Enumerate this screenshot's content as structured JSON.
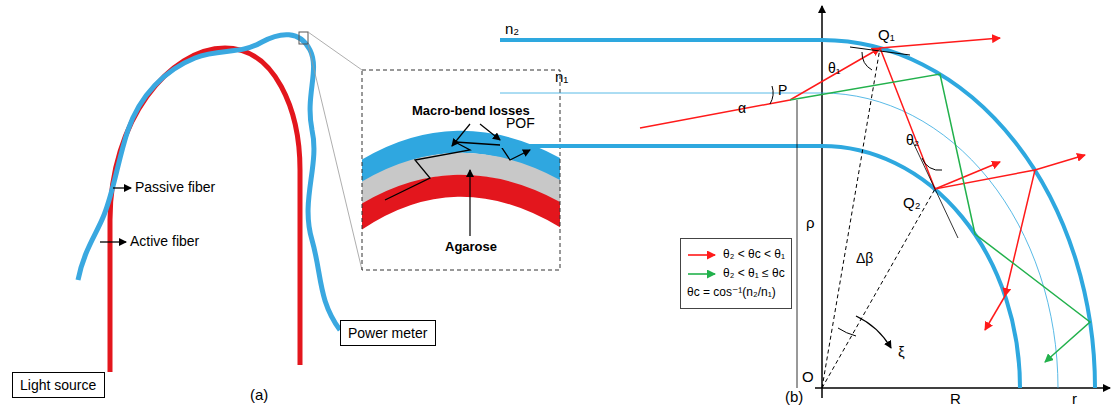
{
  "diagram": {
    "nodes": [
      {
        "text": [
          "Light source"
        ]
      },
      {
        "text": [
          "Power meter"
        ]
      }
    ],
    "labels": [
      "Passive fiber",
      "Active fiber",
      "Macro-bend losses",
      "Agarose",
      "(a)",
      "n₂",
      "n₁",
      "P",
      "θ₁",
      "Q₁",
      "α",
      "POF",
      "θ₂",
      "Q₂",
      "ρ",
      "Δβ",
      "ξ",
      "O",
      "R",
      "r",
      "θc = cos⁻¹(n₂/n₁)",
      "(b)"
    ],
    "legend": [
      {
        "text": "θ₂ < θc < θ₁"
      },
      {
        "text": "θ₂ < θ₁ ≤ θc"
      }
    ]
  }
}
